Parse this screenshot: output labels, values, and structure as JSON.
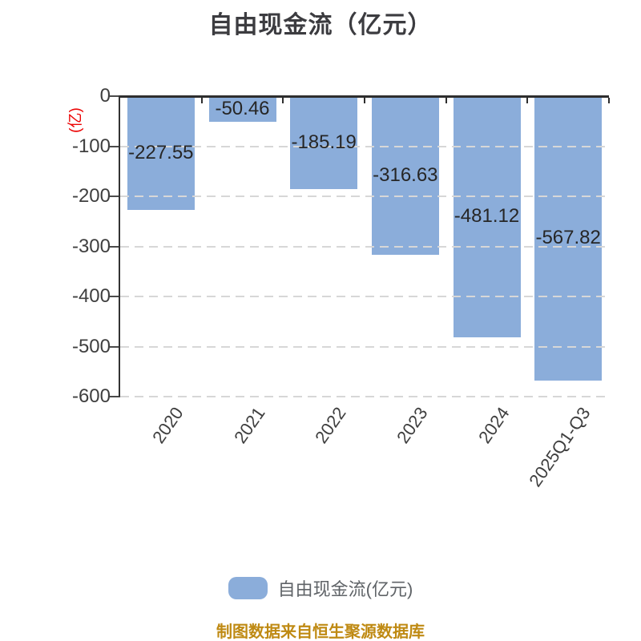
{
  "title": "自由现金流（亿元）",
  "y_axis": {
    "unit_label": "(亿)",
    "unit_color": "#ec0404",
    "tick_labels": [
      "0",
      "-100",
      "-200",
      "-300",
      "-400",
      "-500",
      "-600"
    ]
  },
  "chart_data": {
    "type": "bar",
    "title": "自由现金流（亿元）",
    "categories": [
      "2020",
      "2021",
      "2022",
      "2023",
      "2024",
      "2025Q1-Q3"
    ],
    "values": [
      -227.55,
      -50.46,
      -185.19,
      -316.63,
      -481.12,
      -567.82
    ],
    "series_name": "自由现金流(亿元)",
    "ylabel": "(亿)",
    "ylim": [
      -600,
      0
    ],
    "yticks": [
      0,
      -100,
      -200,
      -300,
      -400,
      -500,
      -600
    ],
    "bar_color": "#8badda",
    "grid_color": "#d7d7d7",
    "axis_color": "#2e2e2e",
    "data_label_color": "#262626",
    "grid": "horizontal-dashed",
    "legend_position": "bottom",
    "x_label_rotation_deg": -55
  },
  "legend": {
    "label": "自由现金流(亿元)",
    "swatch_color": "#8badda"
  },
  "footer": {
    "text": "制图数据来自恒生聚源数据库",
    "color": "#bf8a13"
  }
}
